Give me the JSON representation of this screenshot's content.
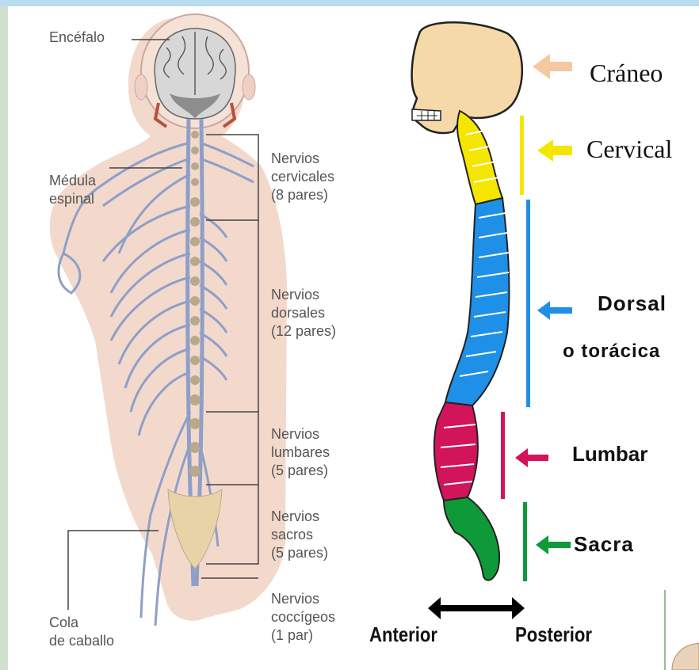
{
  "nervous_system": {
    "encefalo": "Encéfalo",
    "medula": [
      "Médula",
      "espinal"
    ],
    "cola": [
      "Cola",
      "de caballo"
    ],
    "cervicales": [
      "Nervios",
      "cervicales",
      "(8 pares)"
    ],
    "dorsales": [
      "Nervios",
      "dorsales",
      "(12 pares)"
    ],
    "lumbares": [
      "Nervios",
      "lumbares",
      "(5 pares)"
    ],
    "sacros": [
      "Nervios",
      "sacros",
      "(5 pares)"
    ],
    "coccigeos": [
      "Nervios",
      "coccígeos",
      "(1 par)"
    ]
  },
  "spine": {
    "craneo": "Cráneo",
    "cervical": "Cervical",
    "dorsal": "Dorsal",
    "toracica": "o torácica",
    "lumbar": "Lumbar",
    "sacra": "Sacra",
    "anterior": "Anterior",
    "posterior": "Posterior"
  },
  "colors": {
    "skull": "#f5d9a8",
    "cervical": "#f5e600",
    "dorsal": "#1e90e8",
    "lumbar": "#d2145a",
    "sacra": "#0f9a3a",
    "skin": "#f3d9cc",
    "nerve": "#8e9fc8",
    "bone": "#e6d3a8"
  }
}
